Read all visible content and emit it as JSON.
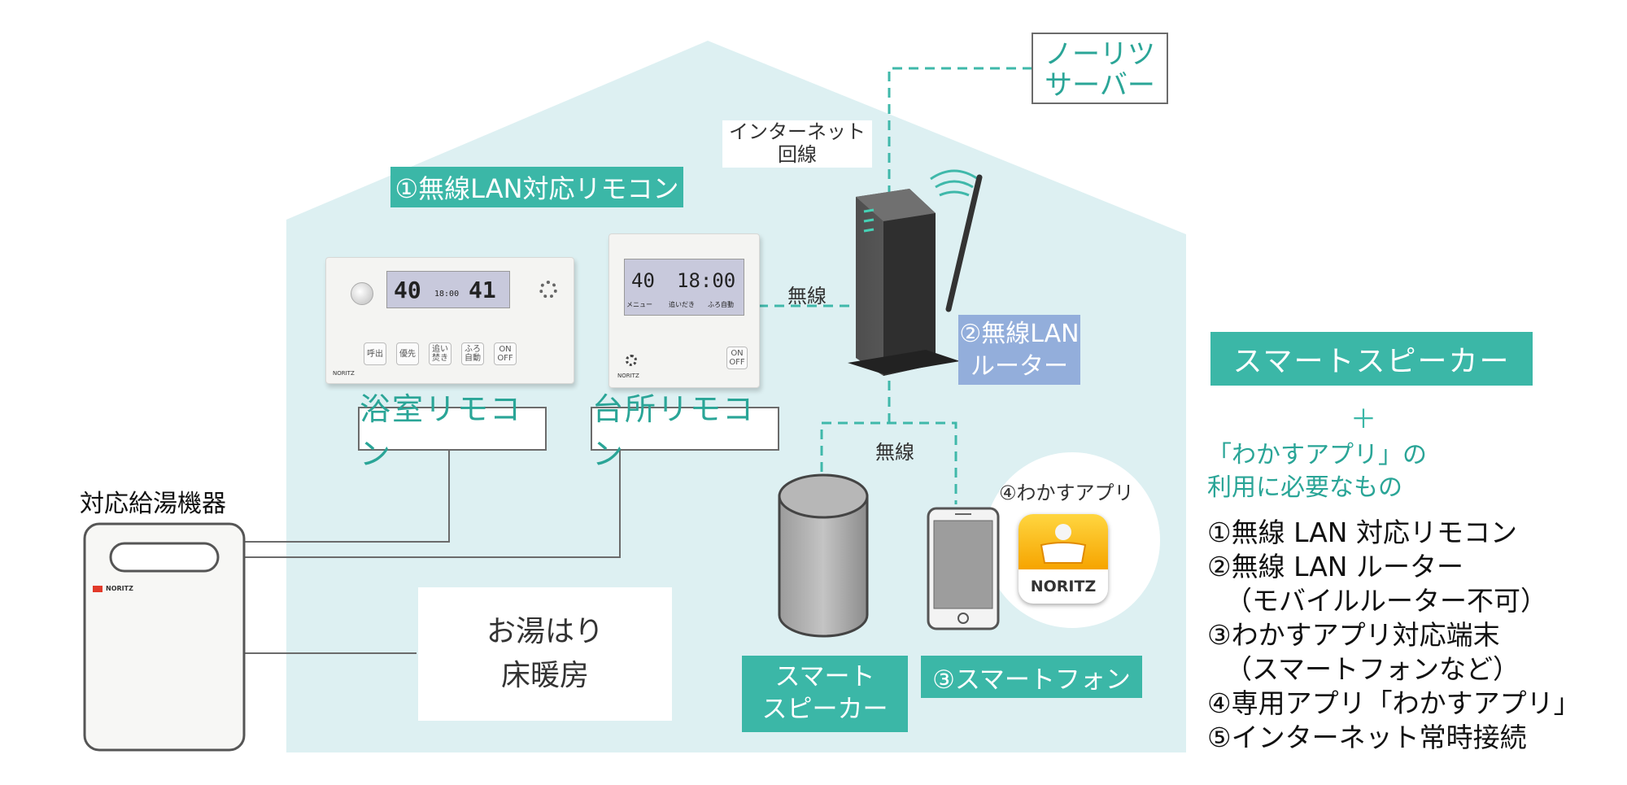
{
  "house": {
    "remote_badge": "①無線LAN対応リモコン",
    "bath_remote_label": "浴室リモコン",
    "kitchen_remote_label": "台所リモコン",
    "wireless_label_1": "無線",
    "wireless_label_2": "無線",
    "router_label_line1": "②無線LAN",
    "router_label_line2": "ルーター",
    "internet_label_line1": "インターネット",
    "internet_label_line2": "回線",
    "server_label_line1": "ノーリツ",
    "server_label_line2": "サーバー",
    "app_label": "④わかすアプリ",
    "app_icon_text": "NORITZ",
    "smart_speaker_line1": "スマート",
    "smart_speaker_line2": "スピーカー",
    "smartphone_label": "③スマートフォン",
    "function_line1": "お湯はり",
    "function_line2": "床暖房",
    "water_heater_label": "対応給湯機器",
    "heater_brand": "NORITZ"
  },
  "bath_remote": {
    "lcd_left": "40",
    "lcd_time": "18:00",
    "lcd_right": "41",
    "buttons": [
      "呼出",
      "優先",
      "追い焚き",
      "ふろ自動",
      "ON OFF"
    ],
    "brand": "NORITZ"
  },
  "kitchen_remote": {
    "lcd_temp": "40",
    "lcd_time": "18:00",
    "menu": [
      "メニュー",
      "追いだき",
      "ふろ自動"
    ],
    "power": "ON OFF",
    "brand": "NORITZ"
  },
  "sidebar": {
    "banner": "スマートスピーカー",
    "plus": "＋",
    "subtitle_line1": "「わかすアプリ」の",
    "subtitle_line2": "利用に必要なもの",
    "items": [
      "①無線 LAN 対応リモコン",
      "②無線 LAN ルーター",
      "（モバイルルーター不可）",
      "③わかすアプリ対応端末",
      "（スマートフォンなど）",
      "④専用アプリ「わかすアプリ」",
      "⑤インターネット常時接続"
    ]
  },
  "colors": {
    "house_fill": "#ddf0f2",
    "teal": "#3bb7a7",
    "router_badge": "#93aedb",
    "dash": "#3fb8aa"
  }
}
